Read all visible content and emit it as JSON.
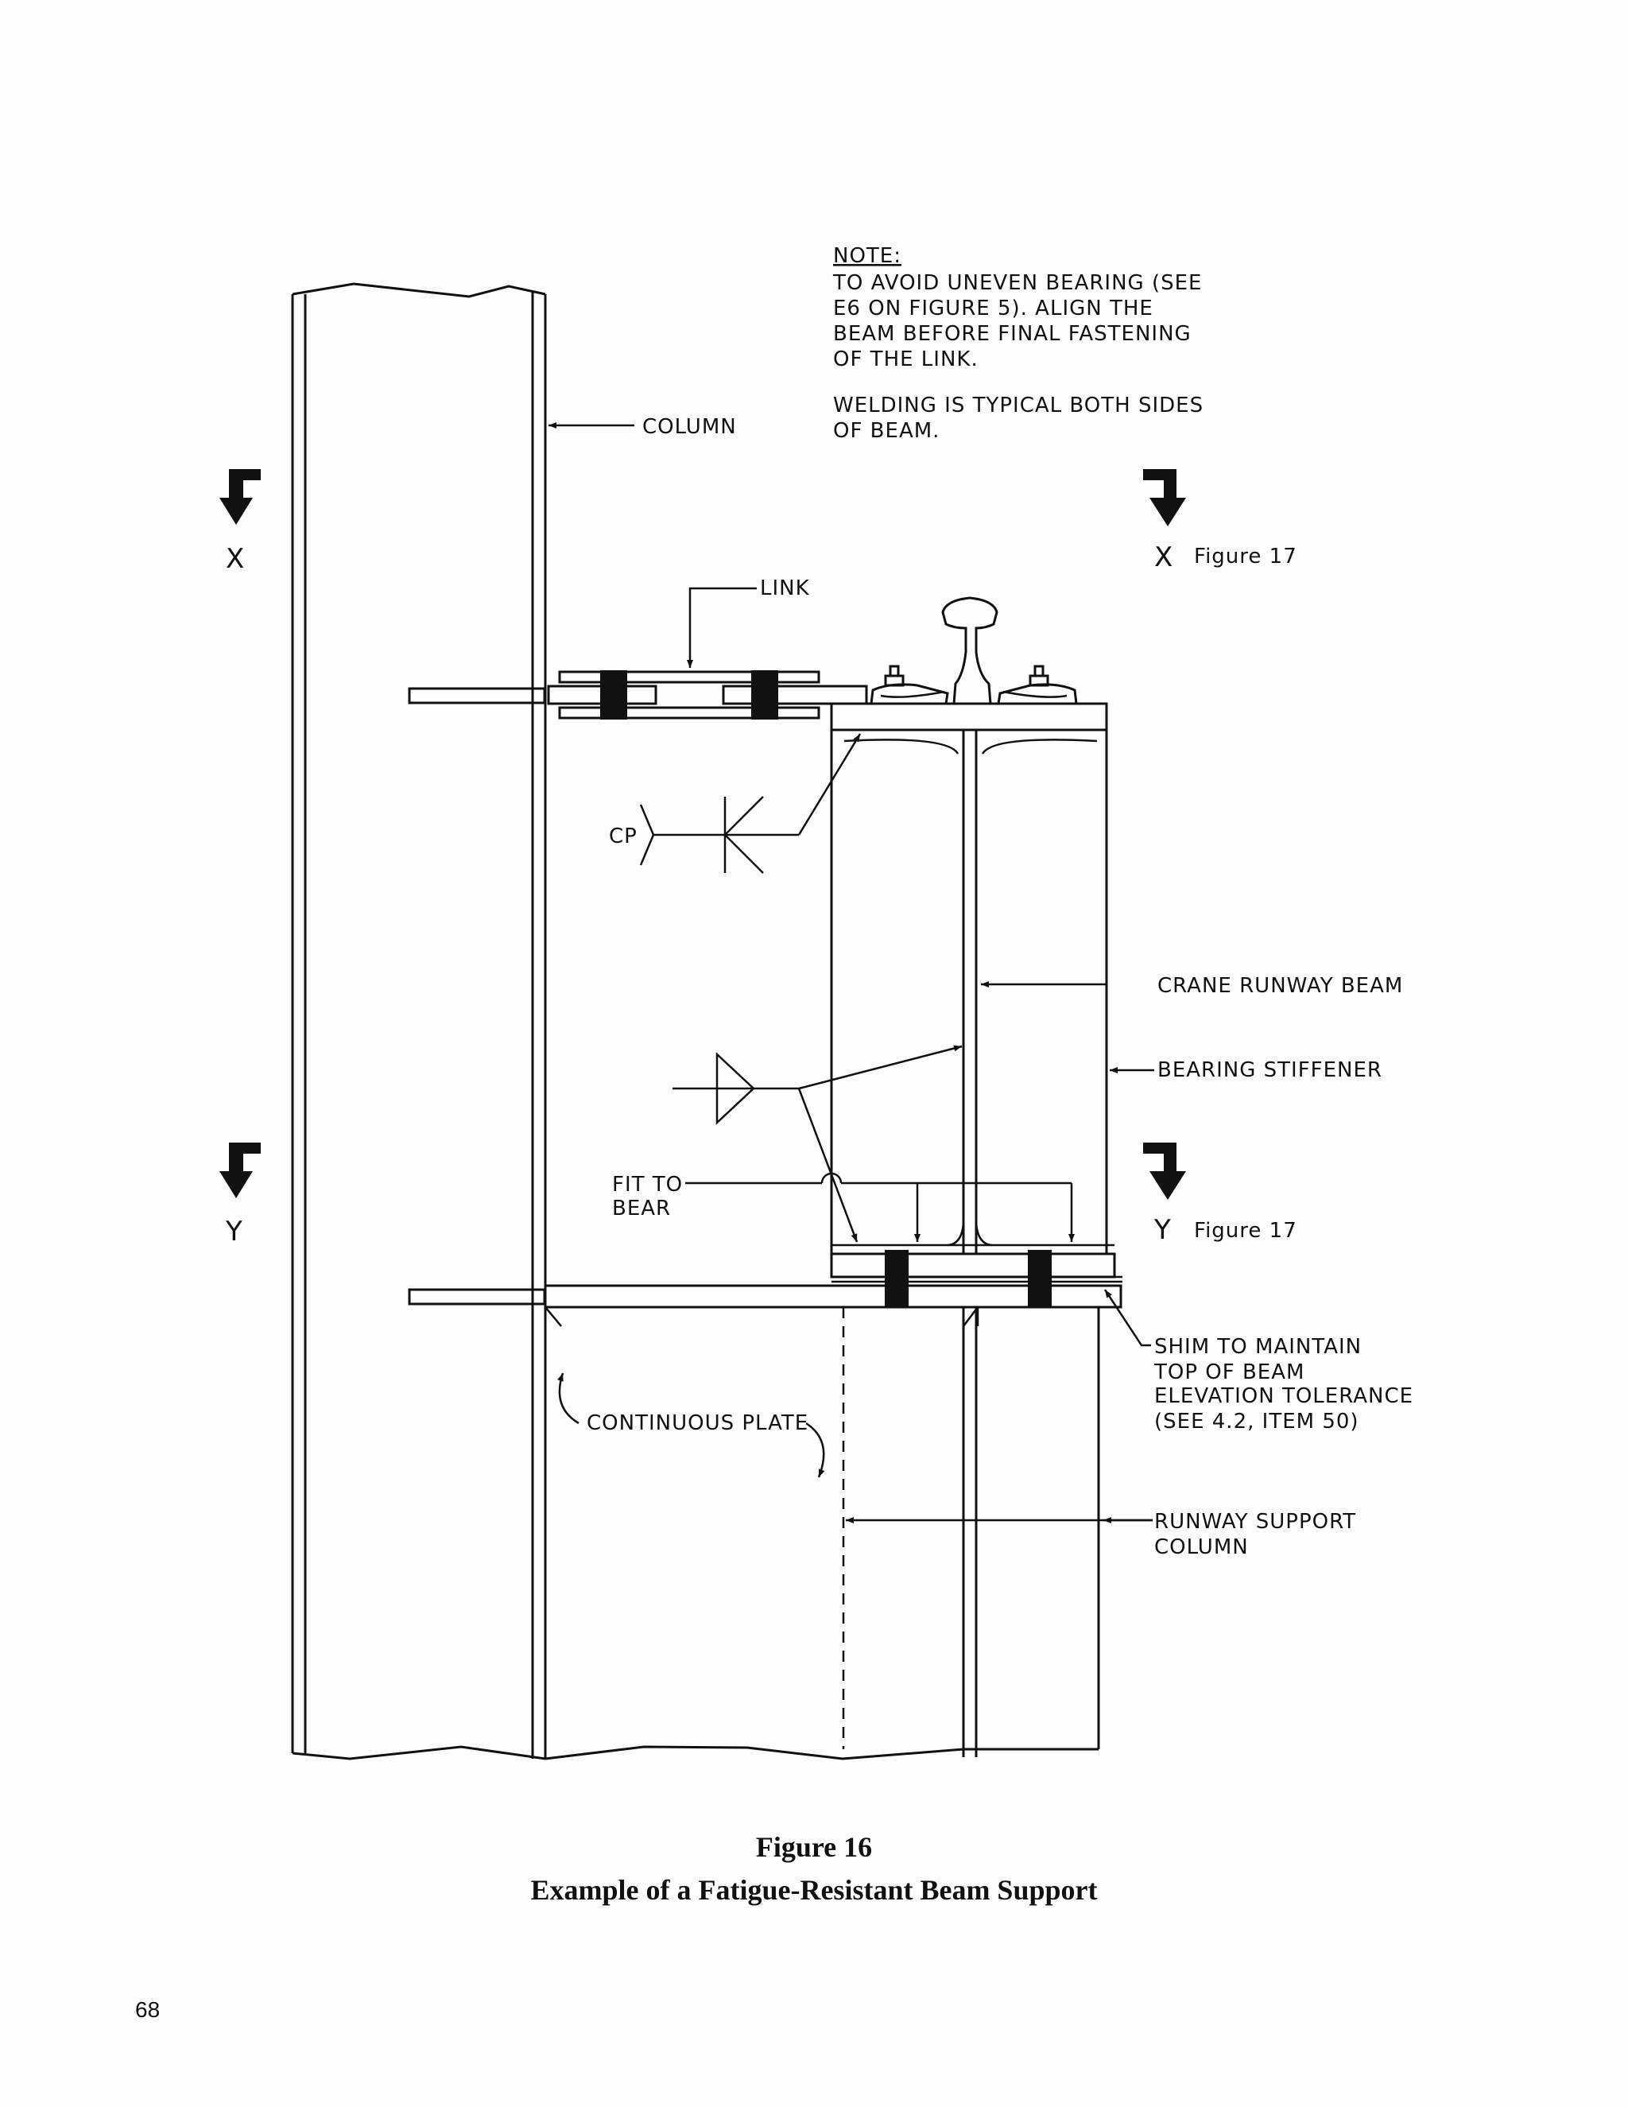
{
  "note": {
    "heading": "NOTE:",
    "lines": [
      "TO AVOID UNEVEN BEARING (SEE",
      "E6 ON FIGURE 5). ALIGN THE",
      "BEAM BEFORE FINAL FASTENING",
      "OF THE LINK.",
      "",
      "WELDING IS TYPICAL BOTH SIDES",
      "OF BEAM."
    ]
  },
  "labels": {
    "column": "COLUMN",
    "link": "LINK",
    "cp": "CP",
    "crane_runway_beam": "CRANE RUNWAY BEAM",
    "bearing_stiffener": "BEARING STIFFENER",
    "fit_to_bear": [
      "FIT TO",
      "BEAR"
    ],
    "shim": [
      "SHIM TO MAINTAIN",
      "TOP OF BEAM",
      "ELEVATION TOLERANCE",
      "(SEE 4.2, ITEM 50)"
    ],
    "continuous_plate": "CONTINUOUS PLATE",
    "runway_support_column": [
      "RUNWAY SUPPORT",
      "COLUMN"
    ]
  },
  "section_marks": {
    "x_left": "X",
    "x_right": "X",
    "y_left": "Y",
    "y_right": "Y",
    "ref_x": "Figure 17",
    "ref_y": "Figure 17"
  },
  "caption": {
    "figure_number": "Figure 16",
    "title": "Example of a Fatigue-Resistant Beam Support"
  },
  "page_number": "68"
}
